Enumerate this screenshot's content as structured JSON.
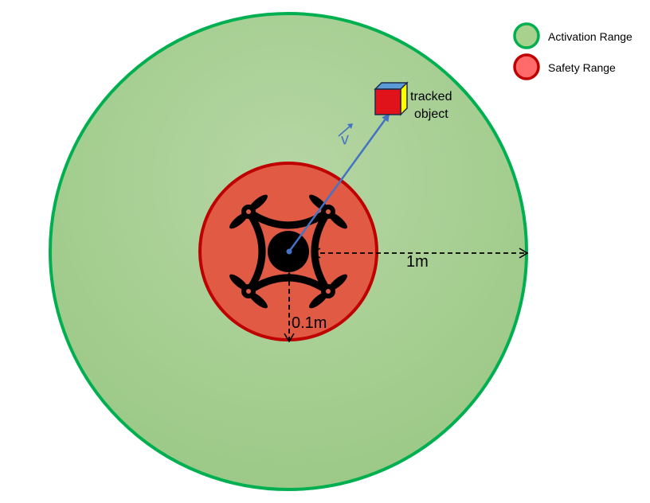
{
  "legend": {
    "activation_label": "Activation Range",
    "safety_label": "Safety Range"
  },
  "labels": {
    "tracked_line1": "tracked",
    "tracked_line2": "object",
    "velocity": "v",
    "activation_radius": "1m",
    "safety_radius": "0.1m"
  },
  "colors": {
    "activation_fill": "#a8d08d",
    "activation_stroke": "#00b050",
    "safety_fill": "#e05a44",
    "safety_stroke": "#c00000",
    "arrow": "#4472c4",
    "cube_front": "#e0131a",
    "cube_top": "#5b9bd5",
    "cube_side": "#ffff00",
    "legend_green_fill": "#a9d18e",
    "legend_red_fill": "#ff6b6b"
  },
  "icons": {
    "drone": "quadcopter-icon",
    "object": "cube-icon"
  }
}
